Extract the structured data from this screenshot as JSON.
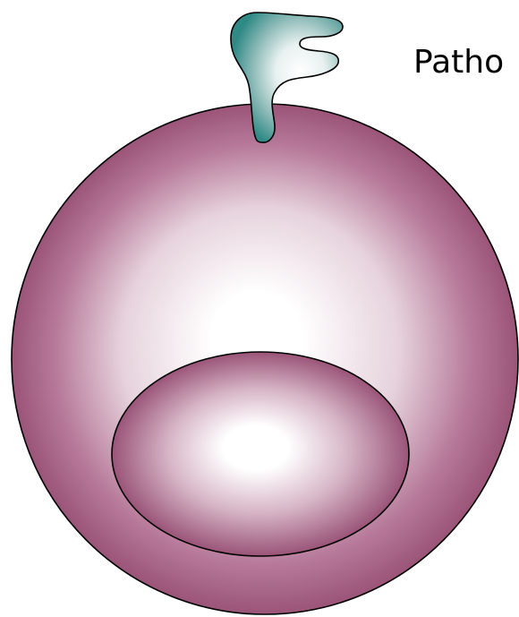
{
  "diagram": {
    "label": "Patho",
    "colors": {
      "cell_edge": "#9a5478",
      "cell_center": "#ffffff",
      "pathogen_edge": "#2f8a86",
      "pathogen_center": "#ffffff",
      "outline": "#000000"
    },
    "icons": [
      "cell",
      "nucleus",
      "pathogen"
    ]
  }
}
